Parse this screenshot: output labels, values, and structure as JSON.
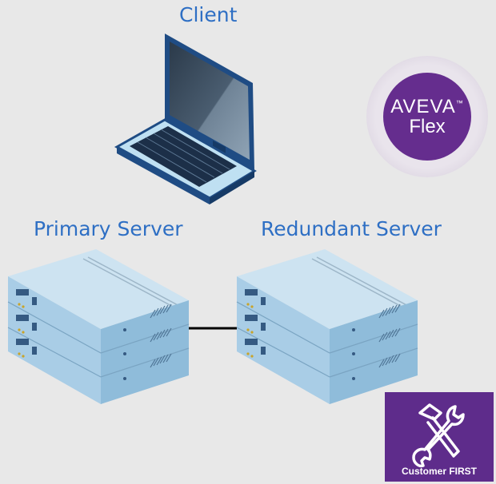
{
  "labels": {
    "client": "Client",
    "primary_server": "Primary Server",
    "redundant_server": "Redundant Server"
  },
  "aveva_badge": {
    "brand": "AVEVA",
    "trademark": "™",
    "product": "Flex",
    "color": "#652d8e"
  },
  "customer_first_badge": {
    "text": "Customer FIRST",
    "icon": "tools-icon",
    "color": "#5e2c8b"
  },
  "colors": {
    "label": "#2e6fc4",
    "background": "#e8e8e8",
    "server_top": "#cde3f1",
    "server_front": "#a9cde6",
    "laptop_frame": "#1f4c84",
    "link": "#000000"
  },
  "icons": [
    "laptop-icon",
    "server-stack-icon",
    "tools-icon"
  ]
}
